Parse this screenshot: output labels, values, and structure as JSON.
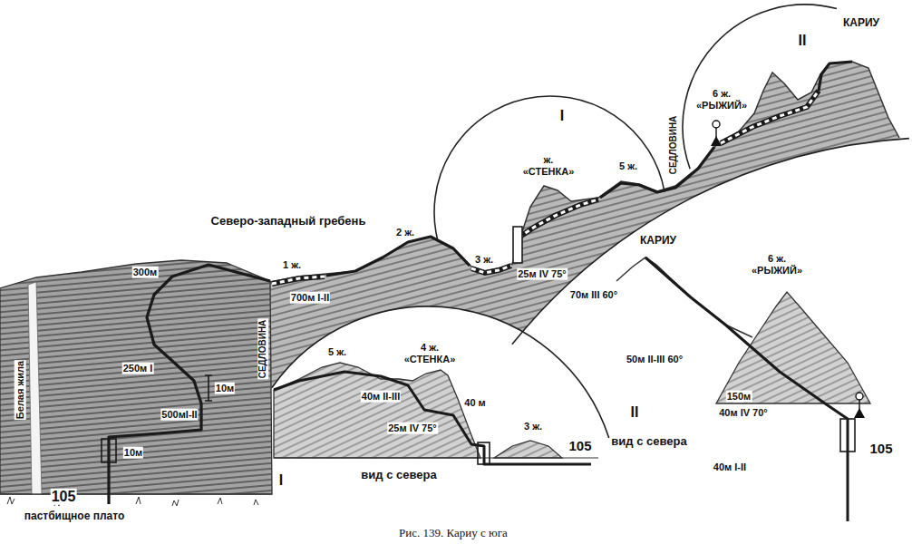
{
  "diagram": {
    "caption": "Рис. 139. Кариу с юга",
    "nodes": [
      {
        "text": [
          "I"
        ]
      },
      {
        "text": [
          "II"
        ]
      },
      {
        "text": [
          "I",
          "вид с севера"
        ]
      },
      {
        "text": [
          "II",
          "вид с севера"
        ]
      }
    ],
    "labels": [
      "КАРИУ",
      "6 ж. «РЫЖИЙ»",
      "ж. «СТЕНКА»",
      "5 ж.",
      "СЕДЛОВИНА",
      "Северо-западный гребень",
      "1 ж.",
      "2 ж.",
      "3 ж.",
      "25м IV 75°",
      "700м I-II",
      "КАРИУ",
      "6 ж. «РЫЖИЙ»",
      "300м",
      "70м III 60°",
      "50м II-III 60°",
      "Белая жила",
      "СЕДЛОВИНА",
      "5 ж.",
      "4 ж. «СТЕНКА»",
      "250м I",
      "10м",
      "40м II-III",
      "40 м",
      "150м",
      "500мI-II",
      "40м IV 70°",
      "25м IV 75°",
      "3 ж.",
      "105",
      "105",
      "10м",
      "40м I-II",
      "105",
      "пастбищное плато"
    ]
  }
}
